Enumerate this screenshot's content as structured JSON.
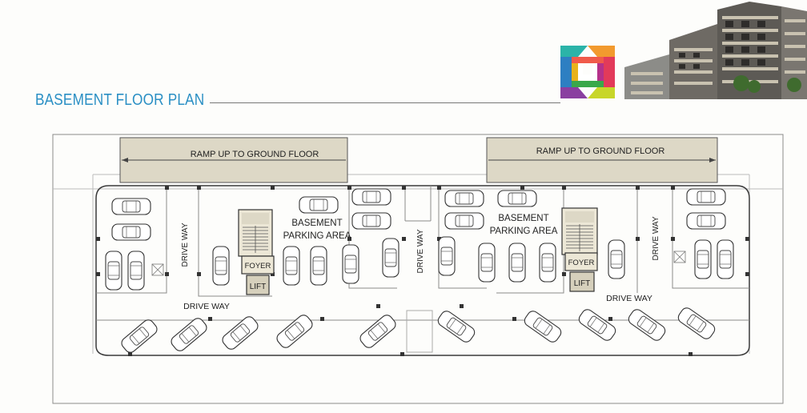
{
  "header": {
    "title": "BASEMENT FLOOR PLAN"
  },
  "plan": {
    "ramp_left": "RAMP UP TO GROUND FLOOR",
    "ramp_right": "RAMP UP TO GROUND FLOOR",
    "parking_left": [
      "BASEMENT",
      "PARKING AREA"
    ],
    "parking_right": [
      "BASEMENT",
      "PARKING AREA"
    ],
    "foyer": "FOYER",
    "lift": "LIFT",
    "drive_way": "DRIVE WAY"
  },
  "colors": {
    "title": "#2a8fc4",
    "ramp_fill": "#ddd8c6",
    "wall": "#3a3a3a",
    "line": "#8a8a8a"
  },
  "icons": [
    "logo-icon",
    "building-image",
    "car-icon",
    "stair-icon"
  ]
}
